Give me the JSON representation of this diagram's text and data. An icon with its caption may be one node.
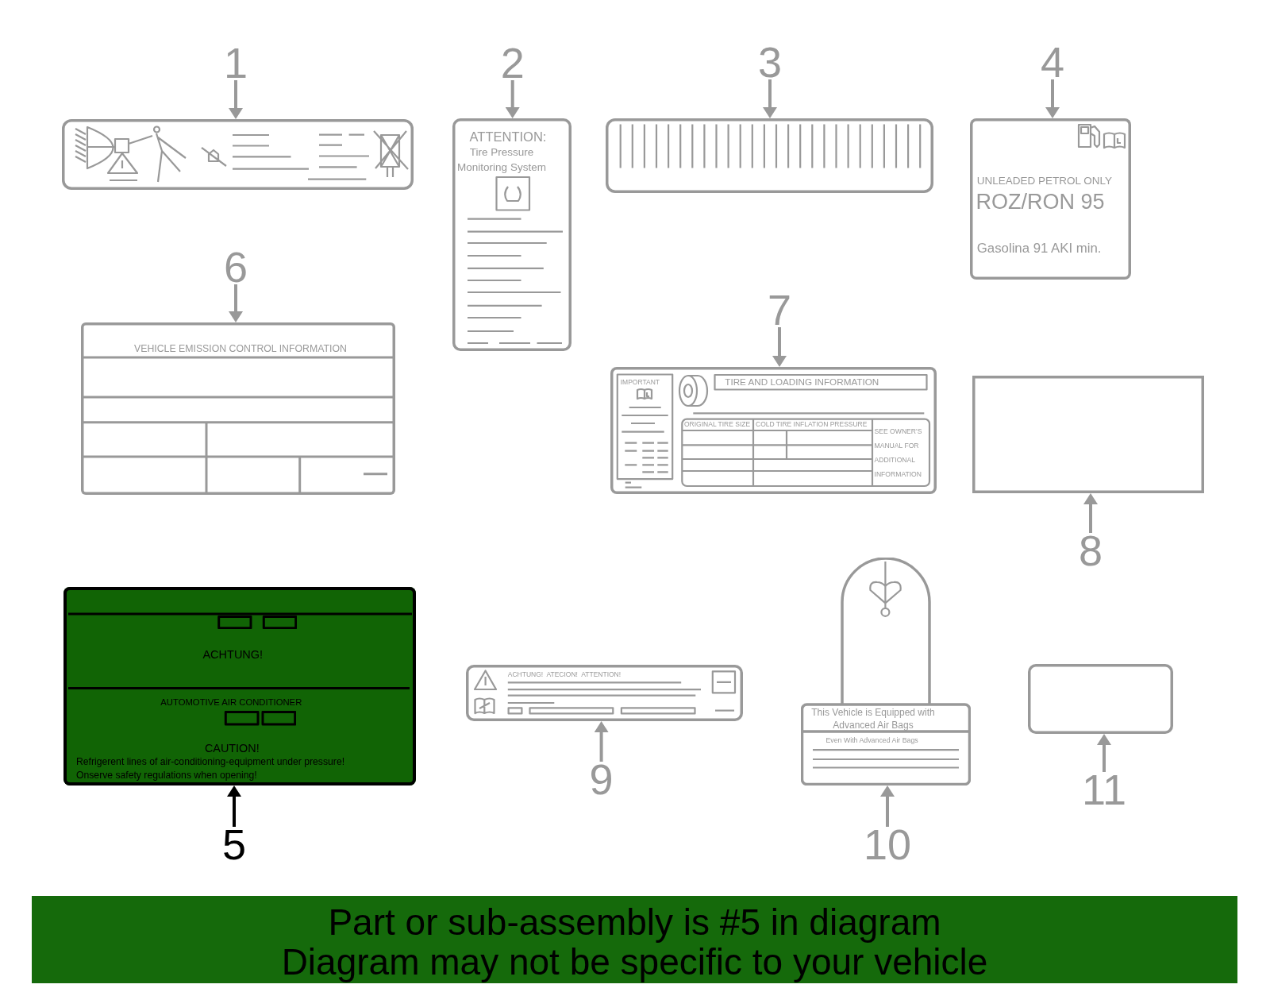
{
  "diagram": {
    "caption": "Part or sub-assembly is #5 in diagram Diagram may not be specific to your vehicle",
    "nodes": [
      {
        "text": [
          "1"
        ]
      },
      {
        "text": [],
        "shape": "box"
      },
      {
        "text": [
          "2"
        ]
      },
      {
        "text": [
          "ATTENTION:",
          "Tire Pressure Monitoring System"
        ]
      },
      {
        "text": [
          "3"
        ]
      },
      {
        "text": [],
        "shape": "box"
      },
      {
        "text": [
          "4"
        ]
      },
      {
        "text": [
          "UNLEADED PETROL ONLY",
          "ROZ/RON 95",
          "Gasolina 91 AKI min."
        ]
      },
      {
        "text": [
          "6"
        ]
      },
      {
        "text": [
          "VEHICLE EMISSION CONTROL INFORMATION"
        ]
      },
      {
        "text": [
          "7"
        ]
      },
      {
        "text": [
          "IMPORTANT",
          "TIRE AND LOADING INFORMATION",
          "ORIGINAL TIRE SIZE",
          "COLD TIRE INFLATION PRESSURE",
          "SEE OWNER'S MANUAL FOR ADDITIONAL INFORMATION"
        ]
      },
      {
        "text": [],
        "shape": "box"
      },
      {
        "text": [
          "8"
        ]
      },
      {
        "text": [
          "ACHTUNG!",
          "AUTOMOTIVE AIR CONDITIONER",
          "CAUTION!",
          "Refrigerent lines of air-conditioning-equipment under pressure! Onserve safety regulations when opening!"
        ]
      },
      {
        "text": [
          "5"
        ]
      },
      {
        "text": [
          "ACHTUNG!  ATECION!  ATTENTION!"
        ]
      },
      {
        "text": [
          "9"
        ]
      },
      {
        "text": [
          "This Vehicle is Equipped with Advanced Air Bags",
          "Even With Advanced Air Bags"
        ]
      },
      {
        "text": [
          "10"
        ]
      },
      {
        "text": [],
        "shape": "box"
      },
      {
        "text": [
          "11"
        ]
      }
    ],
    "edges": [
      {
        "from": 0,
        "to": 1,
        "arrow": "to"
      },
      {
        "from": 2,
        "to": 3,
        "arrow": "to"
      },
      {
        "from": 4,
        "to": 5,
        "arrow": "to"
      },
      {
        "from": 6,
        "to": 7,
        "arrow": "to"
      },
      {
        "from": 8,
        "to": 9,
        "arrow": "to"
      },
      {
        "from": 10,
        "to": 11,
        "arrow": "to"
      },
      {
        "from": 13,
        "to": 12,
        "arrow": "to"
      },
      {
        "from": 15,
        "to": 14,
        "arrow": "to",
        "color": "#000000"
      },
      {
        "from": 17,
        "to": 16,
        "arrow": "to"
      },
      {
        "from": 19,
        "to": 18,
        "arrow": "to"
      },
      {
        "from": 21,
        "to": 20,
        "arrow": "to"
      }
    ]
  }
}
